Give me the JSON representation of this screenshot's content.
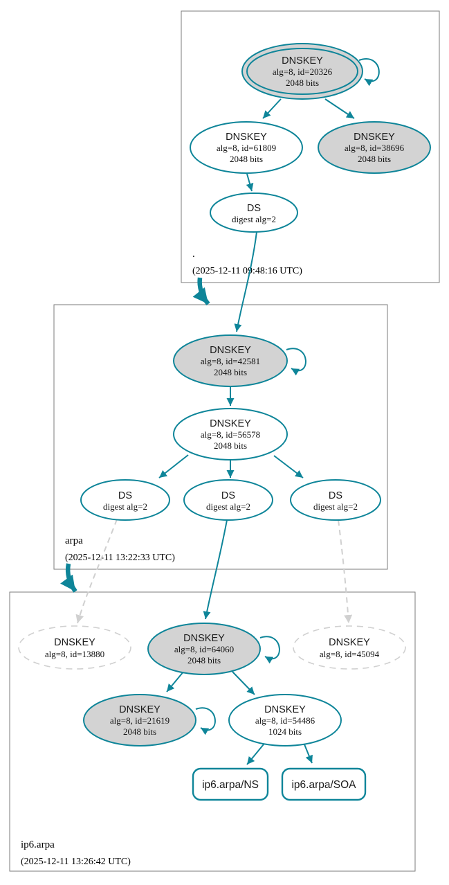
{
  "colors": {
    "secure_teal": "#0e8599",
    "node_fill_gray": "#d3d3d3",
    "insecure_dashed_gray": "#d0d0d0",
    "zone_box_border_gray": "#7b7b7b"
  },
  "zones": {
    "root": {
      "name": ".",
      "timestamp": "(2025-12-11 09:48:16 UTC)"
    },
    "arpa": {
      "name": "arpa",
      "timestamp": "(2025-12-11 13:22:33 UTC)"
    },
    "ip6_arpa": {
      "name": "ip6.arpa",
      "timestamp": "(2025-12-11 13:26:42 UTC)"
    }
  },
  "nodes": {
    "root_ksk_20326": {
      "title": "DNSKEY",
      "detail": "alg=8, id=20326",
      "bits": "2048 bits"
    },
    "root_zsk_61809": {
      "title": "DNSKEY",
      "detail": "alg=8, id=61809",
      "bits": "2048 bits"
    },
    "root_ksk_38696": {
      "title": "DNSKEY",
      "detail": "alg=8, id=38696",
      "bits": "2048 bits"
    },
    "root_ds": {
      "title": "DS",
      "detail": "digest alg=2"
    },
    "arpa_ksk_42581": {
      "title": "DNSKEY",
      "detail": "alg=8, id=42581",
      "bits": "2048 bits"
    },
    "arpa_zsk_56578": {
      "title": "DNSKEY",
      "detail": "alg=8, id=56578",
      "bits": "2048 bits"
    },
    "arpa_ds_left": {
      "title": "DS",
      "detail": "digest alg=2"
    },
    "arpa_ds_mid": {
      "title": "DS",
      "detail": "digest alg=2"
    },
    "arpa_ds_right": {
      "title": "DS",
      "detail": "digest alg=2"
    },
    "ip6_dnskey_13880": {
      "title": "DNSKEY",
      "detail": "alg=8, id=13880"
    },
    "ip6_ksk_64060": {
      "title": "DNSKEY",
      "detail": "alg=8, id=64060",
      "bits": "2048 bits"
    },
    "ip6_dnskey_45094": {
      "title": "DNSKEY",
      "detail": "alg=8, id=45094"
    },
    "ip6_ksk_21619": {
      "title": "DNSKEY",
      "detail": "alg=8, id=21619",
      "bits": "2048 bits"
    },
    "ip6_zsk_54486": {
      "title": "DNSKEY",
      "detail": "alg=8, id=54486",
      "bits": "1024 bits"
    },
    "ip6_ns": {
      "label": "ip6.arpa/NS"
    },
    "ip6_soa": {
      "label": "ip6.arpa/SOA"
    }
  }
}
